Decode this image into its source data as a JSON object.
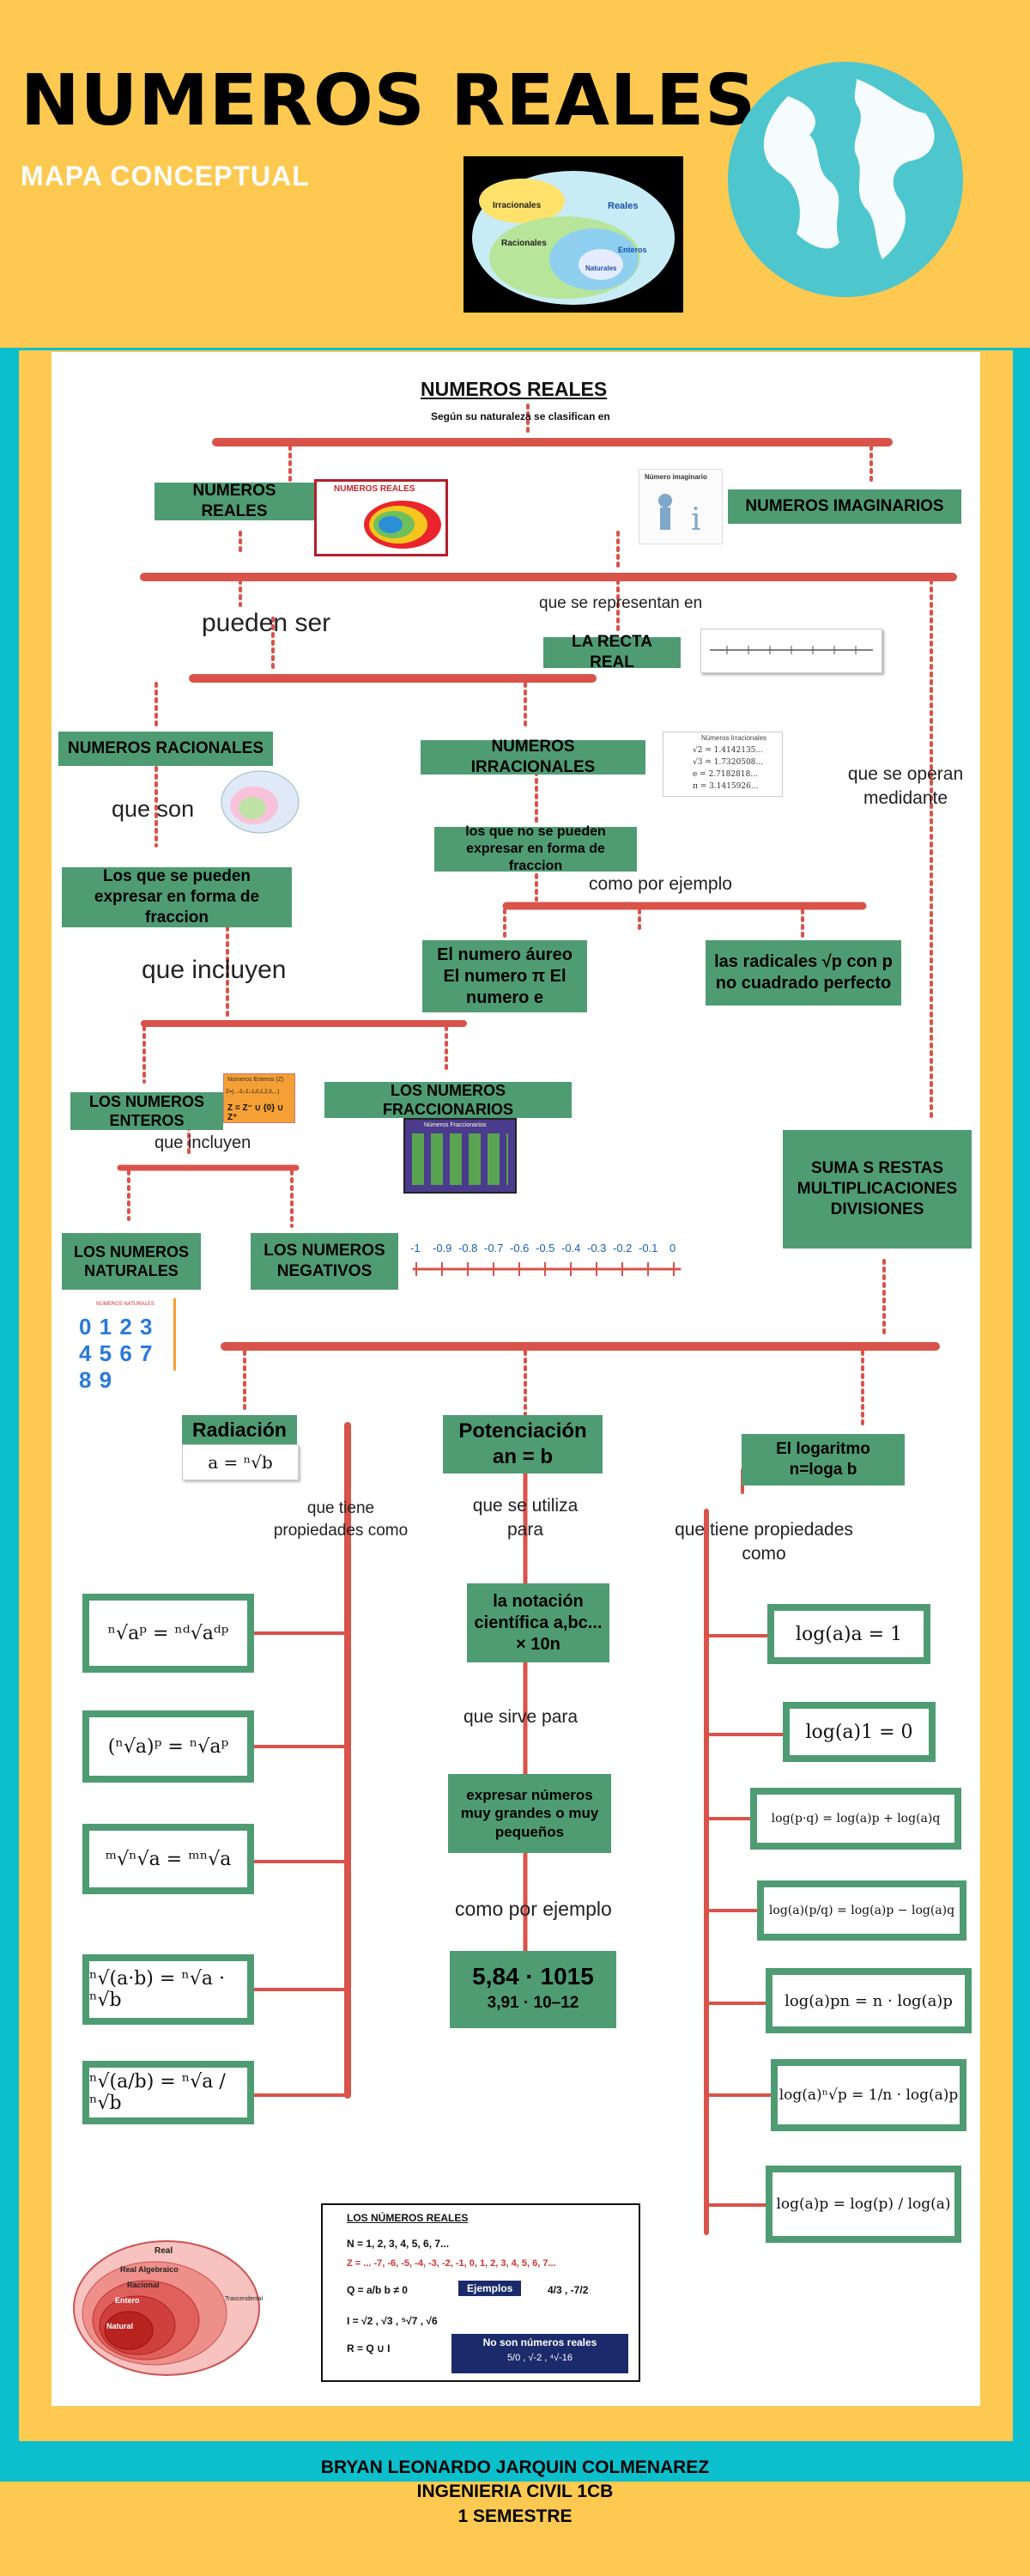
{
  "header": {
    "title": "NUMEROS REALES",
    "subtitle": "MAPA CONCEPTUAL"
  },
  "map": {
    "title": "NUMEROS REALES",
    "intro": "Según su naturaleza se clasifican en",
    "reales": "NUMEROS REALES",
    "imaginarios": "NUMEROS IMAGINARIOS",
    "pueden_ser": "pueden ser",
    "se_representan": "que se representan en",
    "recta_real": "LA RECTA REAL",
    "racionales": "NUMEROS RACIONALES",
    "irracionales": "NUMEROS IRRACIONALES",
    "que_son": "que son",
    "se_operan": "que se operan medidante",
    "fraccion_si": "Los que se pueden expresar en forma de fraccion",
    "fraccion_no": "los que no se pueden expresar en forma de fraccion",
    "como_ejemplo_1": "como por ejemplo",
    "aureo": "El numero áureo El numero π El numero e",
    "radicales": "las radicales √p  con p no cuadrado perfecto",
    "que_incluyen": "que  incluyen",
    "enteros": "LOS NUMEROS ENTEROS",
    "fraccionarios": "LOS NUMEROS FRACCIONARIOS",
    "que_incluyen_2": "que incluyen",
    "naturales": "LOS NUMEROS NATURALES",
    "negativos": "LOS NUMEROS NEGATIVOS",
    "operaciones": "SUMA S RESTAS MULTIPLICACIONES DIVISIONES",
    "negative_scale": [
      "-1",
      "-0.9",
      "-0.8",
      "-0.7",
      "-0.6",
      "-0.5",
      "-0.4",
      "-0.3",
      "-0.2",
      "-0.1",
      "0"
    ],
    "radiacion": "Radiación",
    "potenciacion": "Potenciación an = b",
    "logaritmo": "El logaritmo n=loga b",
    "que_tiene_prop": "que tiene propiedades como",
    "que_se_utiliza": "que se utiliza para",
    "que_tiene_prop_2": "que tiene propiedades como",
    "notacion": "la notación científica a,bc... × 10n",
    "que_sirve": "que sirve para",
    "expresar": "expresar números muy grandes o muy pequeños",
    "como_ejemplo_2": "como por ejemplo",
    "ejemplo_1": "5,84 · 1015",
    "ejemplo_2": "3,91 · 10–12",
    "rad_formula": "a = ⁿ√b",
    "rad_props": [
      "ⁿ√aᵖ = ⁿᵈ√aᵈᵖ",
      "(ⁿ√a)ᵖ = ⁿ√aᵖ",
      "ᵐ√ⁿ√a = ᵐⁿ√a",
      "ⁿ√(a·b) = ⁿ√a · ⁿ√b",
      "ⁿ√(a/b) = ⁿ√a / ⁿ√b"
    ],
    "log_props": [
      "log(a)a = 1",
      "log(a)1 = 0",
      "log(p·q) = log(a)p + log(a)q",
      "log(a)(p/q) = log(a)p − log(a)q",
      "log(a)pn = n · log(a)p",
      "log(a)ⁿ√p = 1/n · log(a)p",
      "log(a)p = log(p) / log(a)"
    ]
  },
  "legend_card": {
    "title": "LOS NÚMEROS REALES",
    "rows": [
      "N = 1, 2, 3, 4, 5, 6, 7...",
      "Z = ... -7, -6, -5, -4, -3, -2, -1, 0, 1, 2, 3, 4, 5, 6, 7...",
      "Q = a/b   b ≠ 0",
      "I = √2 , √3 , ⁵√7 , √6",
      "R = Q ∪ I"
    ],
    "ejemplos": "Ejemplos",
    "ejemplos_vals": "4/3 , -7/2",
    "no_reales": "No son números reales",
    "no_reales_vals": "5/0 , √-2 , ⁴√-16"
  },
  "thumb": {
    "irracionales": "Irracionales",
    "reales": "Reales",
    "racionales": "Racionales",
    "enteros": "Enteros",
    "naturales": "Naturales",
    "numeros_reales": "NUMEROS REALES",
    "imaginario": "Número imaginario",
    "irr_title": "Números Irracionales",
    "irr_vals": [
      "√2 = 1.4142135...",
      "√3 = 1.7320508...",
      "e = 2.7182818...",
      "π = 3.1415926..."
    ],
    "enteros_title": "Números Enteros (Z)",
    "enteros_vals": "Z={...-3,-2,-1,0,1,2,3,...}",
    "enteros_formula": "Z = Z⁻ ∪ {0} ∪ Z⁺",
    "fracc_title": "Números Fraccionarios",
    "naturales_title": "NÚMEROS NATURALES",
    "naturales_digits": "0 1 2 3 4 5 6 7 8 9",
    "euler": [
      "Real",
      "Real Algebraico",
      "Racional",
      "Entero",
      "Natural",
      "Trascendental"
    ]
  },
  "footer": {
    "name": "BRYAN LEONARDO JARQUIN COLMENAREZ",
    "career": "INGENIERIA CIVIL 1CB",
    "semester": "1 SEMESTRE"
  },
  "colors": {
    "yellow": "#fdc950",
    "teal": "#0bbfcc",
    "green": "#4f9c73",
    "arrow": "#d9534a",
    "globe": "#4ec6cd"
  }
}
